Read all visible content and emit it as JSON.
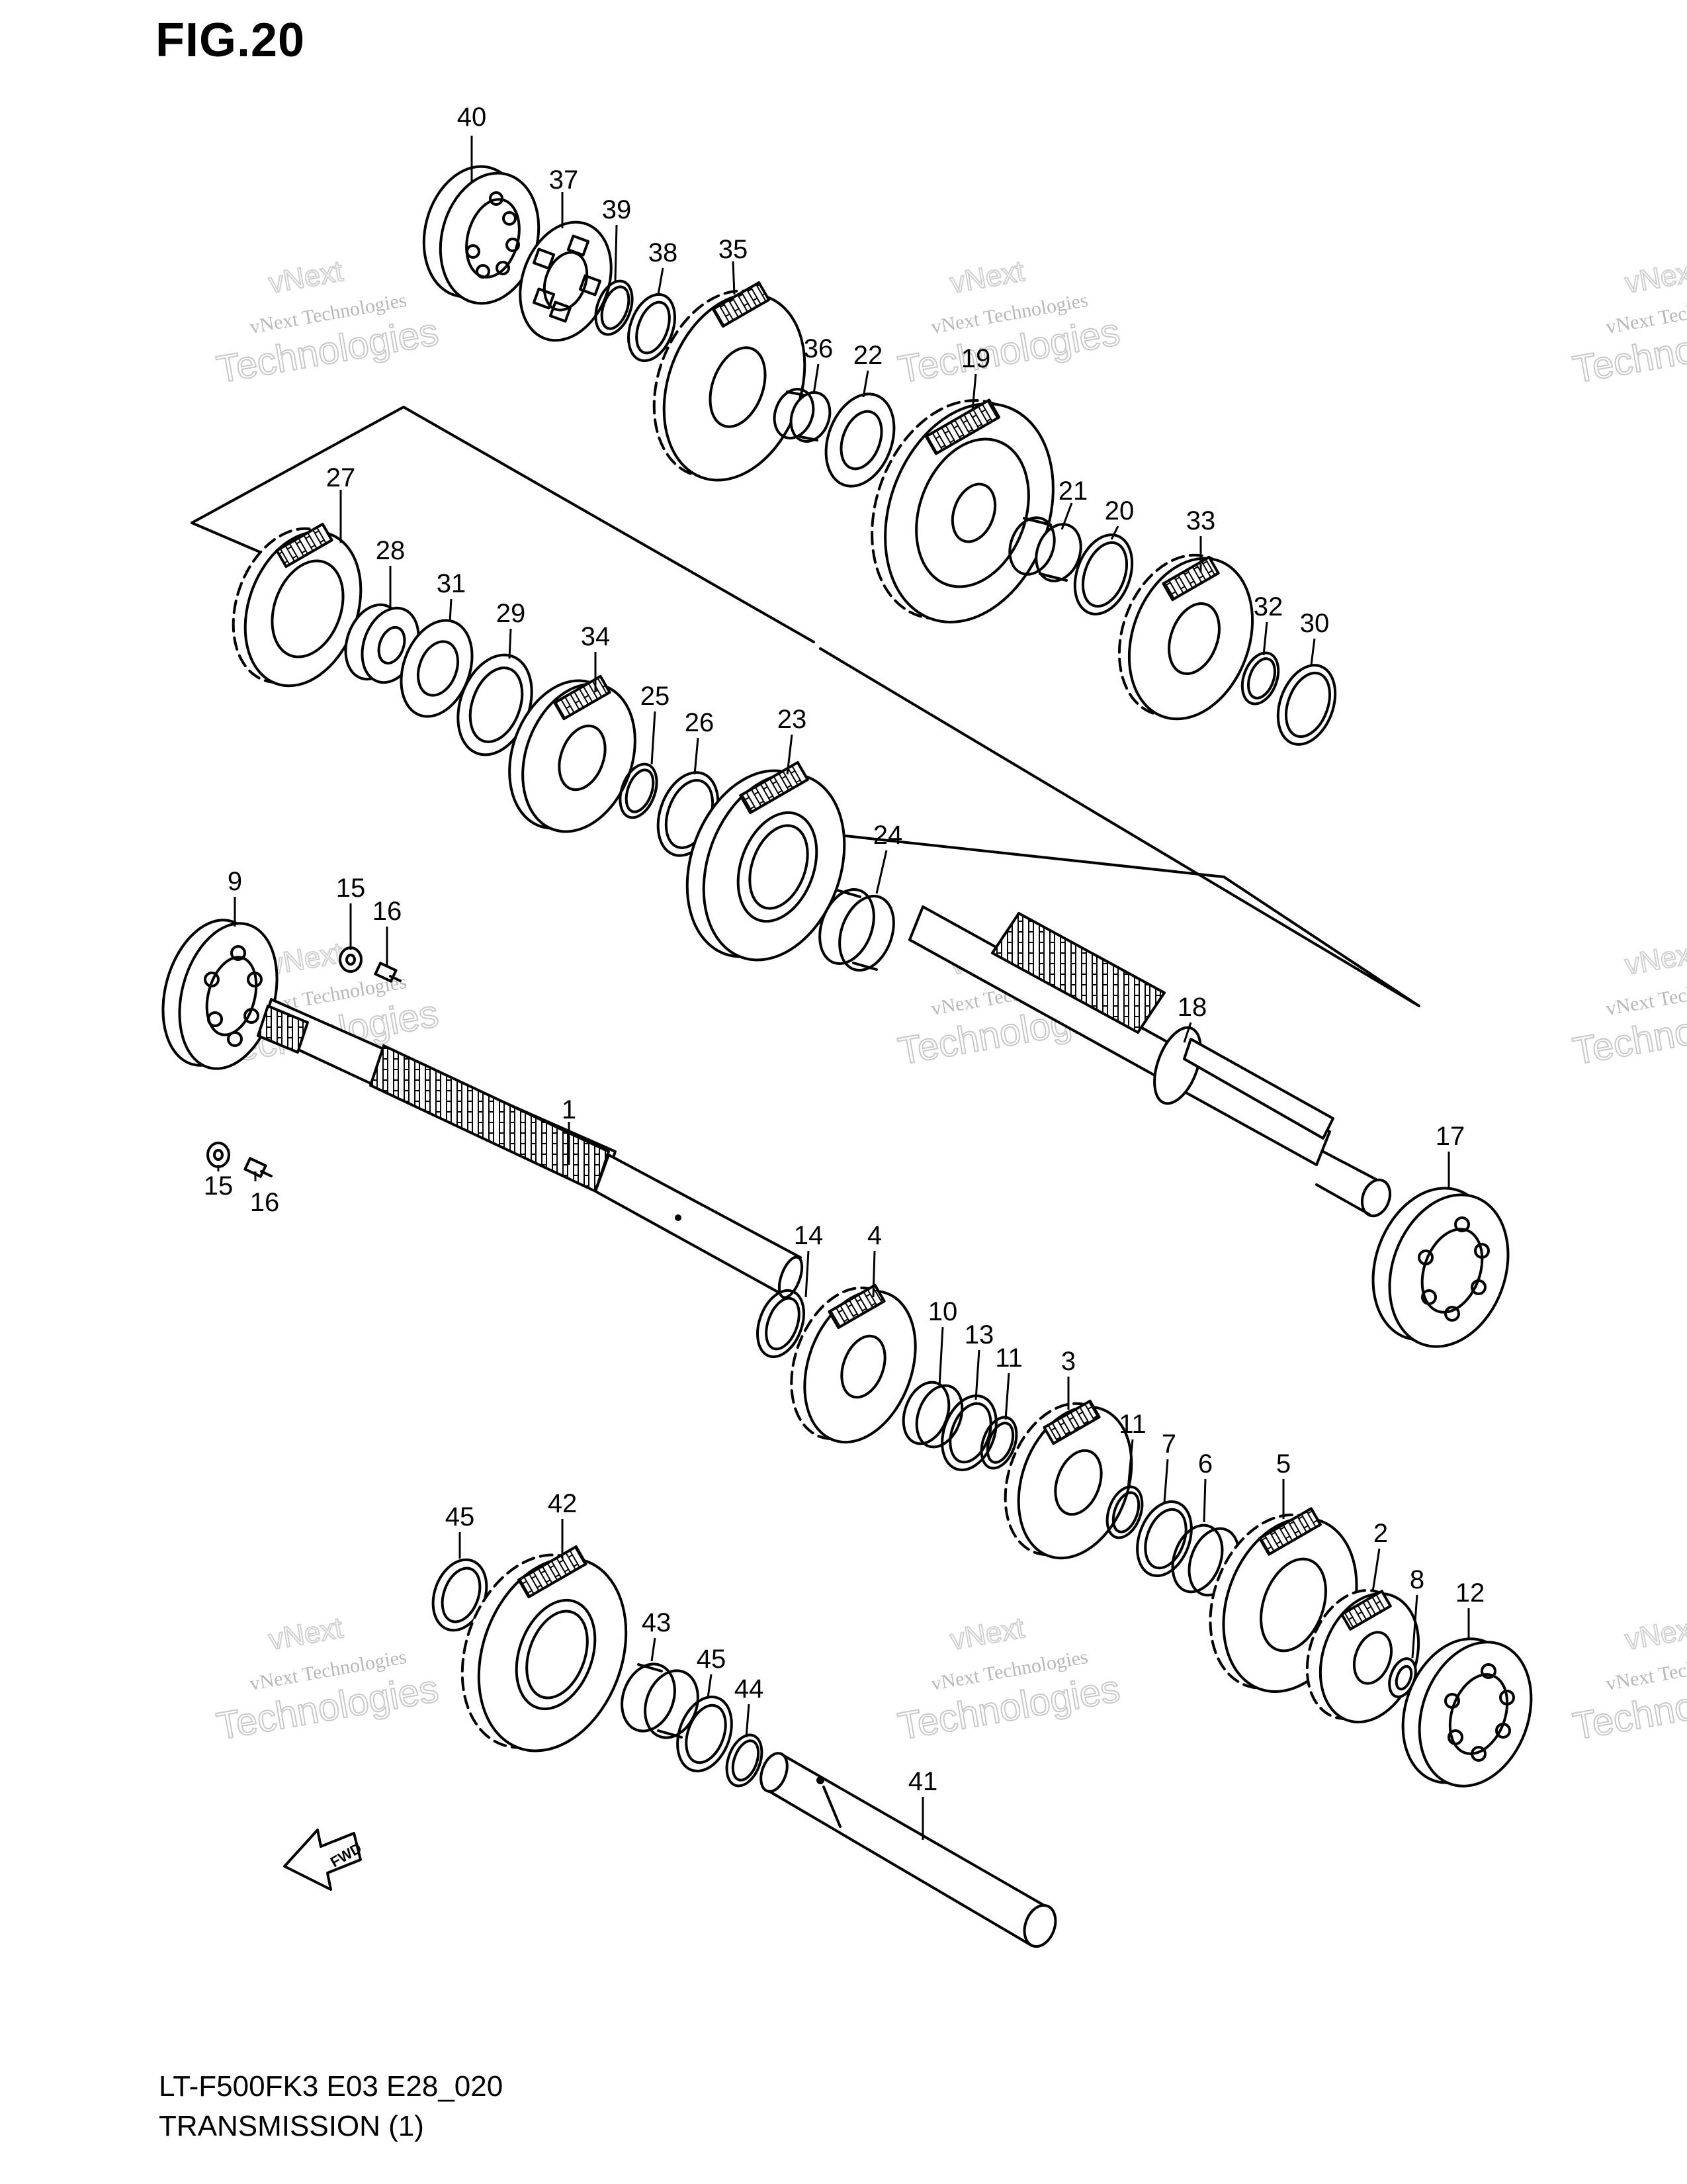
{
  "header": {
    "figure_title": "FIG.20"
  },
  "footer": {
    "model_code": "LT-F500FK3 E03 E28_020",
    "diagram_name": "TRANSMISSION (1)"
  },
  "watermark": {
    "line1": "vNext Technologies",
    "line2": "Technologies",
    "line3": "vNext"
  },
  "fwd_label": "FWD",
  "callouts": [
    {
      "id": "40",
      "label": "40"
    },
    {
      "id": "37",
      "label": "37"
    },
    {
      "id": "39",
      "label": "39"
    },
    {
      "id": "38",
      "label": "38"
    },
    {
      "id": "35",
      "label": "35"
    },
    {
      "id": "36",
      "label": "36"
    },
    {
      "id": "22",
      "label": "22"
    },
    {
      "id": "19",
      "label": "19"
    },
    {
      "id": "21",
      "label": "21"
    },
    {
      "id": "20",
      "label": "20"
    },
    {
      "id": "33",
      "label": "33"
    },
    {
      "id": "32",
      "label": "32"
    },
    {
      "id": "30",
      "label": "30"
    },
    {
      "id": "27",
      "label": "27"
    },
    {
      "id": "28",
      "label": "28"
    },
    {
      "id": "31",
      "label": "31"
    },
    {
      "id": "29",
      "label": "29"
    },
    {
      "id": "34",
      "label": "34"
    },
    {
      "id": "25",
      "label": "25"
    },
    {
      "id": "26",
      "label": "26"
    },
    {
      "id": "23",
      "label": "23"
    },
    {
      "id": "24",
      "label": "24"
    },
    {
      "id": "9",
      "label": "9"
    },
    {
      "id": "15a",
      "label": "15"
    },
    {
      "id": "16a",
      "label": "16"
    },
    {
      "id": "18",
      "label": "18"
    },
    {
      "id": "1",
      "label": "1"
    },
    {
      "id": "15b",
      "label": "15"
    },
    {
      "id": "16b",
      "label": "16"
    },
    {
      "id": "17",
      "label": "17"
    },
    {
      "id": "14",
      "label": "14"
    },
    {
      "id": "4",
      "label": "4"
    },
    {
      "id": "10",
      "label": "10"
    },
    {
      "id": "13",
      "label": "13"
    },
    {
      "id": "11a",
      "label": "11"
    },
    {
      "id": "3",
      "label": "3"
    },
    {
      "id": "11b",
      "label": "11"
    },
    {
      "id": "7",
      "label": "7"
    },
    {
      "id": "6",
      "label": "6"
    },
    {
      "id": "5",
      "label": "5"
    },
    {
      "id": "2",
      "label": "2"
    },
    {
      "id": "8",
      "label": "8"
    },
    {
      "id": "12",
      "label": "12"
    },
    {
      "id": "45a",
      "label": "45"
    },
    {
      "id": "42",
      "label": "42"
    },
    {
      "id": "43",
      "label": "43"
    },
    {
      "id": "45b",
      "label": "45"
    },
    {
      "id": "44",
      "label": "44"
    },
    {
      "id": "41",
      "label": "41"
    }
  ]
}
